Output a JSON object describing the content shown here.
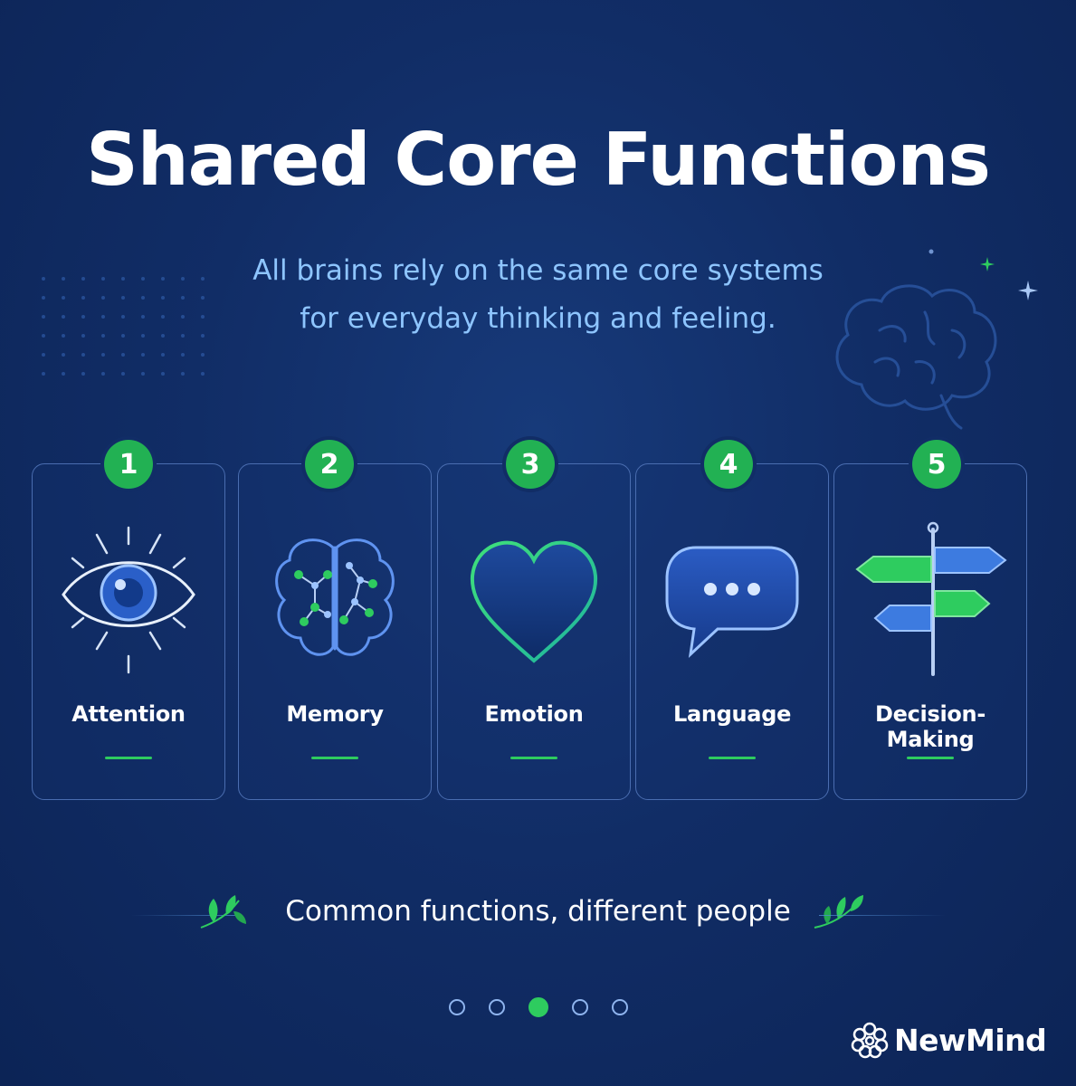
{
  "header": {
    "title": "Shared Core Functions",
    "subtitle_line1": "All brains rely on the same core systems",
    "subtitle_line2": "for everyday thinking and feeling."
  },
  "cards": [
    {
      "number": "1",
      "label": "Attention",
      "icon": "eye-icon"
    },
    {
      "number": "2",
      "label": "Memory",
      "icon": "brain-network-icon"
    },
    {
      "number": "3",
      "label": "Emotion",
      "icon": "heart-icon"
    },
    {
      "number": "4",
      "label": "Language",
      "icon": "speech-bubble-icon"
    },
    {
      "number": "5",
      "label": "Decision-Making",
      "icon": "signpost-icon"
    }
  ],
  "footer": {
    "tagline": "Common functions, different people",
    "pager": {
      "total": 5,
      "active_index": 2
    },
    "brand": "NewMind"
  },
  "colors": {
    "background": "#112d66",
    "accent_green": "#22b153",
    "accent_blue": "#3d7be0",
    "subtitle_blue": "#8ec5ff",
    "card_border": "#4a6db0"
  }
}
